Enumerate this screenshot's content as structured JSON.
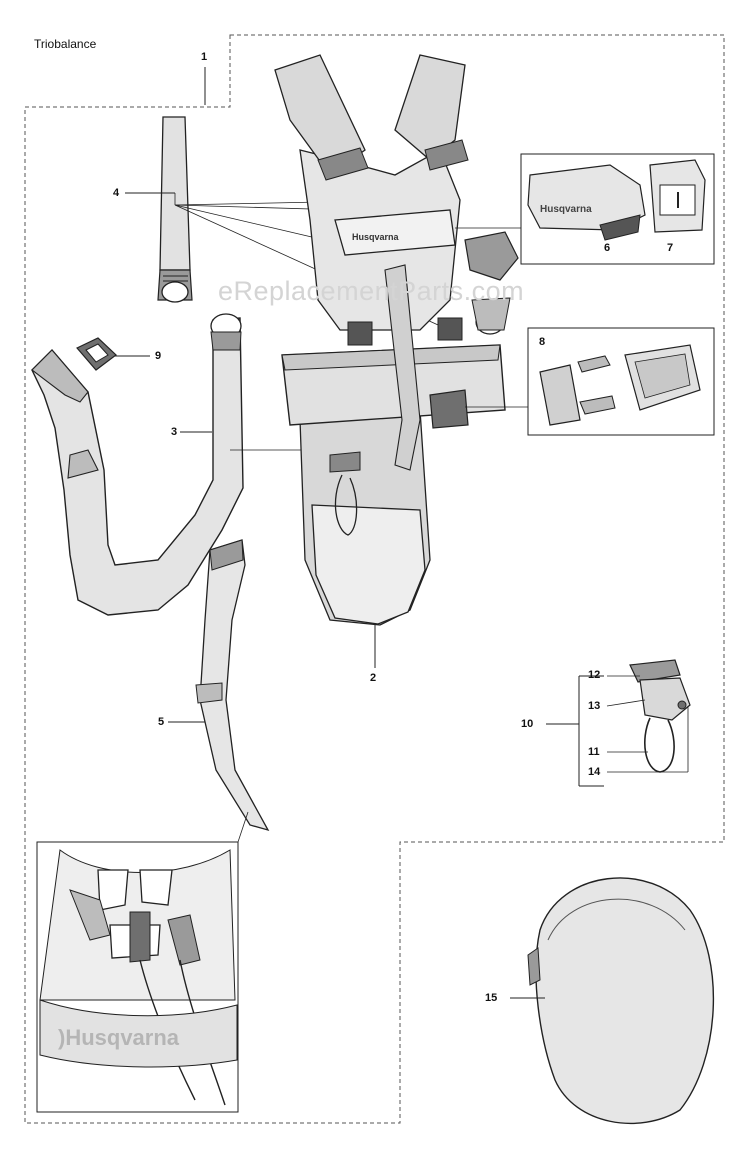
{
  "title": "Triobalance",
  "watermark": "eReplacementParts.com",
  "brand_text": "Husqvarna",
  "brand_text_inset": ")Husqvarna",
  "callouts": {
    "c1": "1",
    "c2": "2",
    "c3": "3",
    "c4": "4",
    "c5": "5",
    "c6": "6",
    "c7": "7",
    "c8": "8",
    "c9": "9",
    "c10": "10",
    "c11": "11",
    "c12": "12",
    "c13": "13",
    "c14": "14",
    "c15": "15"
  },
  "colors": {
    "line": "#222222",
    "fill_light": "#e6e6e6",
    "fill_mid": "#bdbdbd",
    "fill_dark": "#6f6f6f",
    "watermark": "#d4d4d4"
  }
}
